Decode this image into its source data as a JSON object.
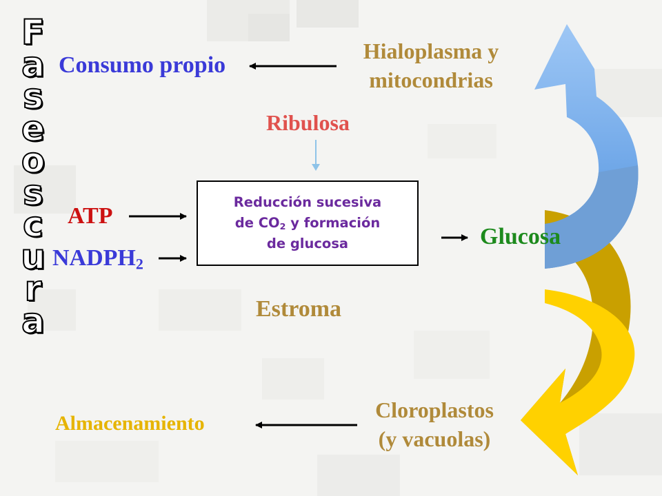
{
  "title": {
    "letters": [
      "F",
      "a",
      "s",
      "e",
      "o",
      "s",
      "c",
      "u",
      "r",
      "a"
    ]
  },
  "labels": {
    "consumo": "Consumo propio",
    "hialoplasma_line1": "Hialoplasma y",
    "hialoplasma_line2": "mitocondrias",
    "ribulosa": "Ribulosa",
    "atp": "ATP",
    "nadph": "NADPH",
    "nadph_sub": "2",
    "glucosa": "Glucosa",
    "estroma": "Estroma",
    "almacenamiento": "Almacenamiento",
    "cloroplastos_line1": "Cloroplastos",
    "cloroplastos_line2": "(y vacuolas)"
  },
  "process_box": {
    "line1": "Reducción sucesiva",
    "line2_pre": "de CO",
    "line2_sub": "2",
    "line2_post": " y formación",
    "line3": "de glucosa"
  },
  "colors": {
    "blue_text": "#3a3ad8",
    "brown_text": "#b08a3a",
    "red_text": "#e0524e",
    "dark_red_text": "#cc1111",
    "green_text": "#1d8a1d",
    "yellow_text": "#e6b400",
    "purple_text": "#6b2a9e",
    "blue_arrow": "#6fa7e8",
    "yellow_arrow": "#ffd100",
    "gold_arrow_dark": "#c8a000"
  }
}
